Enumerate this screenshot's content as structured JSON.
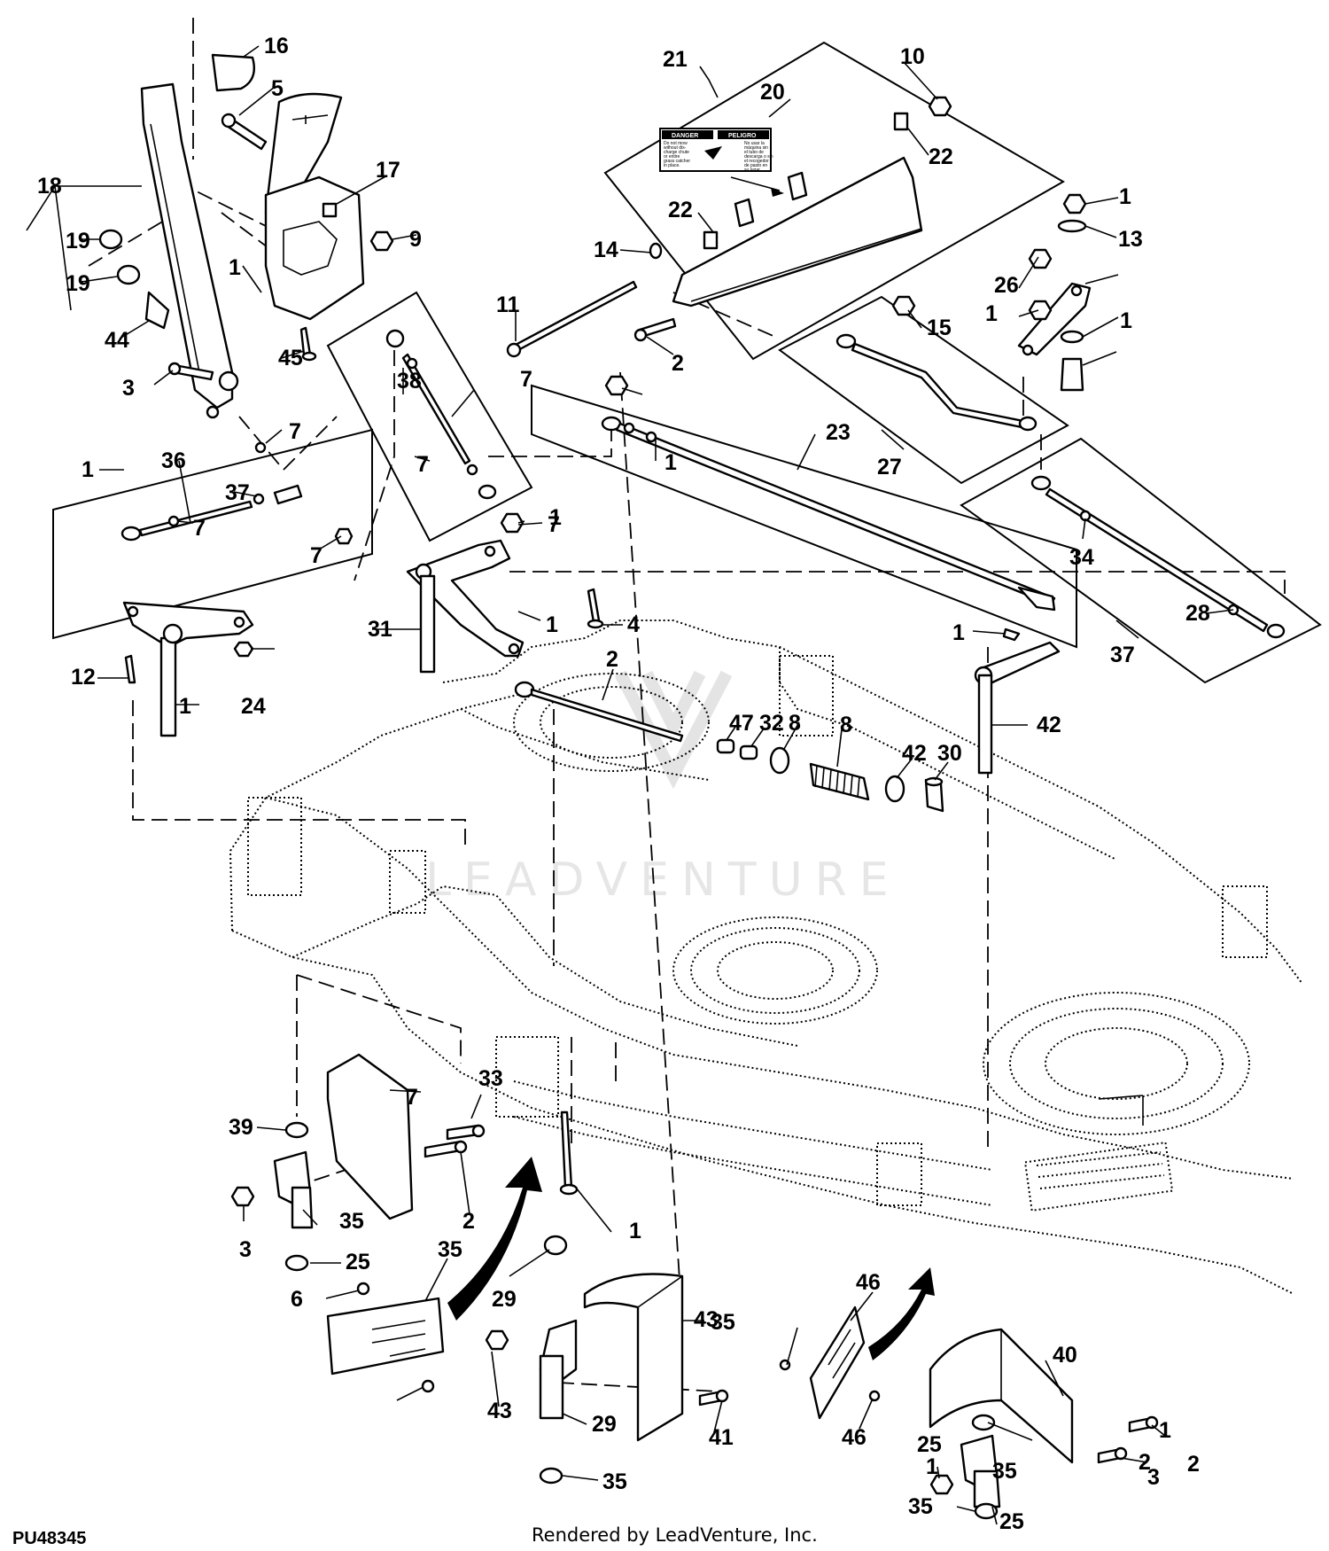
{
  "diagram_code": "PU48345",
  "credit": "Rendered by LeadVenture, Inc.",
  "watermark": "LEADVENTURE",
  "decal": {
    "danger_title": "DANGER",
    "peligro_title": "PELIGRO",
    "danger_text": [
      "Do not mow",
      "without dis-",
      "charge chute",
      "or entire",
      "grass catcher",
      "in place."
    ],
    "peligro_text": [
      "No usar la",
      "máquina sin",
      "el tubo de",
      "descarga o sin",
      "el recogedor",
      "de pasto en",
      "su lugar."
    ]
  },
  "callouts": [
    "16",
    "5",
    "18",
    "17",
    "9",
    "19",
    "19",
    "44",
    "1",
    "3",
    "45",
    "36",
    "7",
    "37",
    "7",
    "1",
    "7",
    "38",
    "7",
    "7",
    "1",
    "21",
    "20",
    "10",
    "22",
    "22",
    "14",
    "11",
    "2",
    "1",
    "13",
    "26",
    "1",
    "1",
    "15",
    "23",
    "1",
    "27",
    "7",
    "31",
    "1",
    "4",
    "1",
    "12",
    "24",
    "1",
    "2",
    "47",
    "32",
    "8",
    "8",
    "42",
    "30",
    "42",
    "34",
    "28",
    "37",
    "7",
    "33",
    "39",
    "2",
    "35",
    "3",
    "25",
    "1",
    "35",
    "6",
    "29",
    "43",
    "35",
    "46",
    "40",
    "43",
    "29",
    "41",
    "1",
    "25",
    "2",
    "46",
    "2",
    "35",
    "1",
    "3",
    "35",
    "25",
    "35"
  ]
}
